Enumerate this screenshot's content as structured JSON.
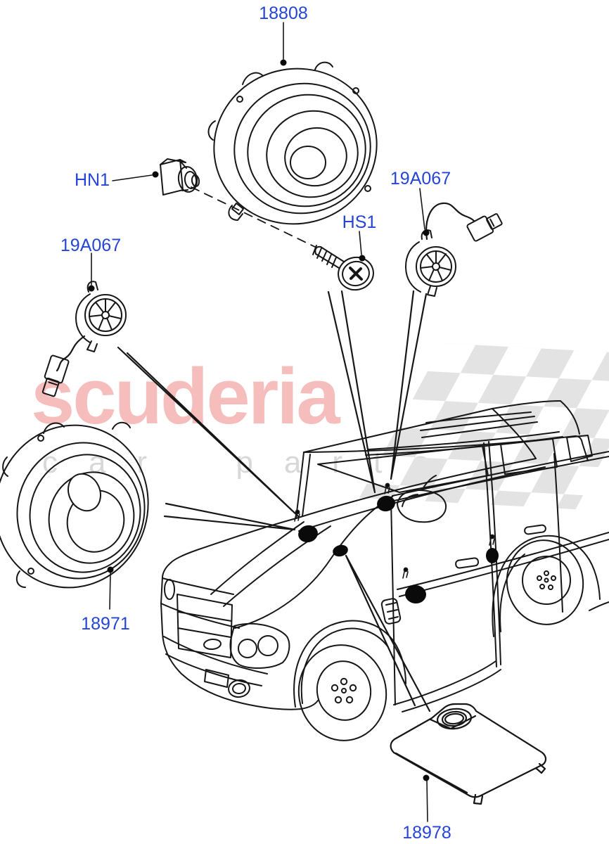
{
  "watermark": {
    "brand": "scuderia",
    "subtitle": "car parts",
    "brand_color": "#f6bdbd",
    "subtitle_color": "#d8d8d8",
    "flag_color": "#e3e3e3"
  },
  "diagram": {
    "label_color": "#2545d6",
    "line_color": "#161616",
    "callouts": [
      {
        "id": "18808",
        "label": "18808"
      },
      {
        "id": "HN1",
        "label": "HN1"
      },
      {
        "id": "19A067-right",
        "label": "19A067"
      },
      {
        "id": "HS1",
        "label": "HS1"
      },
      {
        "id": "19A067-left",
        "label": "19A067"
      },
      {
        "id": "18971",
        "label": "18971"
      },
      {
        "id": "18978",
        "label": "18978"
      }
    ]
  }
}
